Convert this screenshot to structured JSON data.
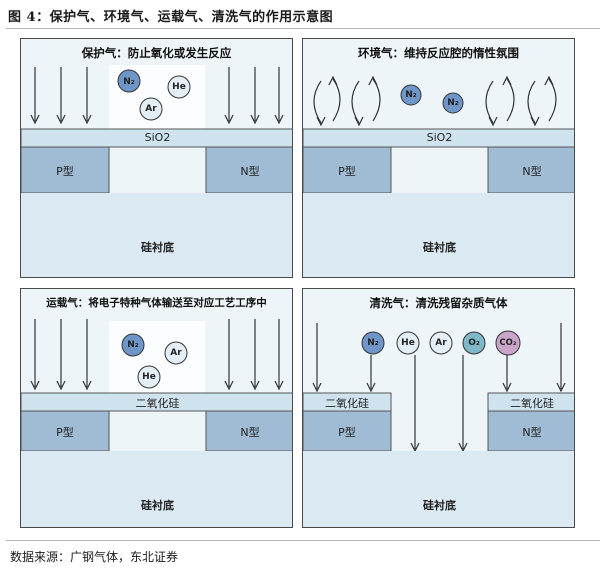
{
  "figure_title": "图 4：保护气、环境气、运载气、清洗气的作用示意图",
  "source": "数据来源：广钢气体，东北证券",
  "panels": [
    {
      "title": "保护气：防止氧化或发生反应",
      "layer": "SiO2",
      "left_region": "P型",
      "right_region": "N型",
      "substrate": "硅衬底",
      "molecules": [
        "N₂",
        "He",
        "Ar"
      ]
    },
    {
      "title": "环境气：维持反应腔的惰性氛围",
      "layer": "SiO2",
      "left_region": "P型",
      "right_region": "N型",
      "substrate": "硅衬底",
      "molecules": [
        "N₂",
        "N₂"
      ]
    },
    {
      "title": "运载气：将电子特种气体输送至对应工艺工序中",
      "layer": "二氧化硅",
      "left_region": "P型",
      "right_region": "N型",
      "substrate": "硅衬底",
      "molecules": [
        "N₂",
        "Ar",
        "He"
      ]
    },
    {
      "title": "清洗气：清洗残留杂质气体",
      "layer_left": "二氧化硅",
      "layer_right": "二氧化硅",
      "left_region": "P型",
      "right_region": "N型",
      "substrate": "硅衬底",
      "molecules": [
        "N₂",
        "He",
        "Ar",
        "O₂",
        "CO₂"
      ]
    }
  ],
  "colors": {
    "panel_bg": "#eef5f9",
    "oxide": "#cfe3ee",
    "region": "#9fbcd4",
    "substrate": "#dbe9f2",
    "molecule_blue": "#6f96c8",
    "molecule_light": "#e4eef7",
    "molecule_teal": "#7fb9c9",
    "molecule_purple": "#c9a6c9"
  }
}
